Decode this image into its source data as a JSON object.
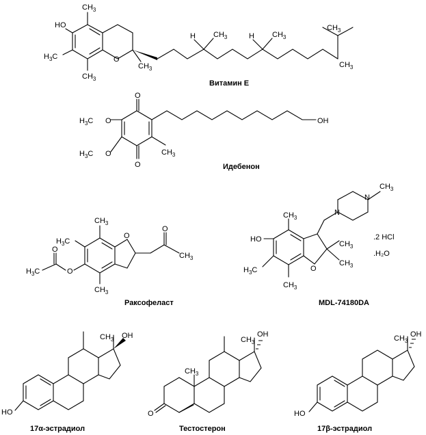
{
  "compounds": [
    {
      "name": "Витамин E"
    },
    {
      "name": "Идебенон"
    },
    {
      "name": "Раксофеласт"
    },
    {
      "name": "MDL-74180DA",
      "salt_lines": [
        ".2 HCl",
        ".H₂O"
      ]
    },
    {
      "name": "17α-эстрадиол"
    },
    {
      "name": "Тестостерон"
    },
    {
      "name": "17β-эстрадиол"
    }
  ],
  "atoms": {
    "ho": "HO",
    "oh": "OH",
    "o": "O",
    "n": "N",
    "h": "H",
    "c": "C",
    "ch": "CH",
    "h3": "H",
    "three": "3",
    "ch3_c": "CH",
    "h3c_h": "H",
    "h3c_c": "C"
  }
}
